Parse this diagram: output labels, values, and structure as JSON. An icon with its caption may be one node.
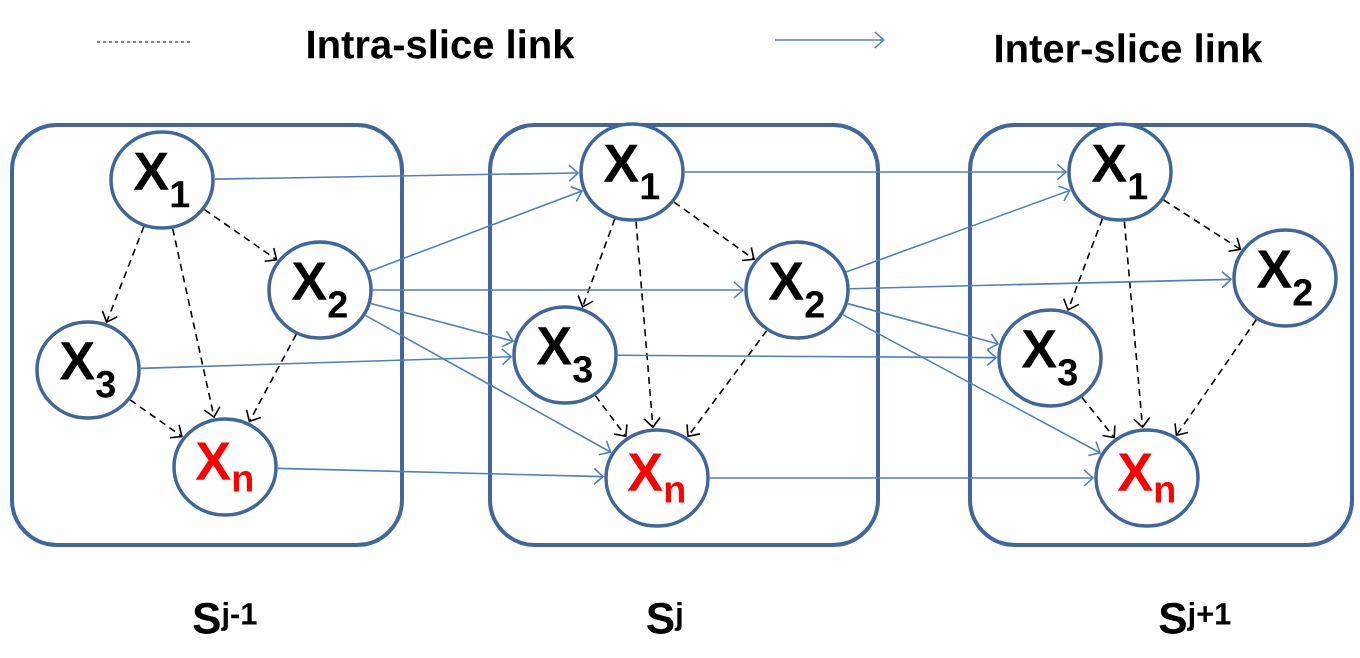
{
  "diagram": {
    "nodes": [
      {
        "text": [],
        "shape": "box",
        "beside": [
          "S$^{j-1}$"
        ]
      },
      {
        "text": [
          "X$_{1}$"
        ],
        "in": 0
      },
      {
        "text": [
          "X$_{2}$"
        ],
        "in": 0
      },
      {
        "text": [
          "X$_{3}$"
        ],
        "in": 0
      },
      {
        "text": [
          "X$_{n}$"
        ],
        "in": 0
      },
      {
        "text": [],
        "shape": "box",
        "beside": [
          "S$^{j}$"
        ]
      },
      {
        "text": [
          "X$_{1}$"
        ],
        "in": 5
      },
      {
        "text": [
          "X$_{2}$"
        ],
        "in": 5
      },
      {
        "text": [
          "X$_{3}$"
        ],
        "in": 5
      },
      {
        "text": [
          "X$_{n}$"
        ],
        "in": 5
      },
      {
        "text": [],
        "shape": "box",
        "beside": [
          "S$^{j+1}$"
        ]
      },
      {
        "text": [
          "X$_{1}$"
        ],
        "in": 10
      },
      {
        "text": [
          "X$_{2}$"
        ],
        "in": 10
      },
      {
        "text": [
          "X$_{3}$"
        ],
        "in": 10
      },
      {
        "text": [
          "X$_{n}$"
        ],
        "in": 10
      }
    ],
    "edges": [
      {
        "from": 1,
        "to": 3,
        "arrow": "to",
        "style": "dashed"
      },
      {
        "from": 1,
        "to": 4,
        "arrow": "to",
        "style": "dashed"
      },
      {
        "from": 1,
        "to": 2,
        "arrow": "to",
        "style": "dashed"
      },
      {
        "from": 3,
        "to": 4,
        "arrow": "to",
        "style": "dashed"
      },
      {
        "from": 2,
        "to": 4,
        "arrow": "to",
        "style": "dashed"
      },
      {
        "from": 6,
        "to": 8,
        "arrow": "to",
        "style": "dashed"
      },
      {
        "from": 6,
        "to": 9,
        "arrow": "to",
        "style": "dashed"
      },
      {
        "from": 6,
        "to": 7,
        "arrow": "to",
        "style": "dashed"
      },
      {
        "from": 8,
        "to": 9,
        "arrow": "to",
        "style": "dashed"
      },
      {
        "from": 7,
        "to": 9,
        "arrow": "to",
        "style": "dashed"
      },
      {
        "from": 11,
        "to": 13,
        "arrow": "to",
        "style": "dashed"
      },
      {
        "from": 11,
        "to": 14,
        "arrow": "to",
        "style": "dashed"
      },
      {
        "from": 11,
        "to": 12,
        "arrow": "to",
        "style": "dashed"
      },
      {
        "from": 13,
        "to": 14,
        "arrow": "to",
        "style": "dashed"
      },
      {
        "from": 12,
        "to": 14,
        "arrow": "to",
        "style": "dashed"
      },
      {
        "from": 1,
        "to": 6,
        "arrow": "to",
        "color": "#4f81bd"
      },
      {
        "from": 2,
        "to": 6,
        "arrow": "to",
        "color": "#4f81bd"
      },
      {
        "from": 2,
        "to": 7,
        "arrow": "to",
        "color": "#4f81bd"
      },
      {
        "from": 2,
        "to": 8,
        "arrow": "to",
        "color": "#4f81bd"
      },
      {
        "from": 2,
        "to": 9,
        "arrow": "to",
        "color": "#4f81bd"
      },
      {
        "from": 3,
        "to": 8,
        "arrow": "to",
        "color": "#4f81bd"
      },
      {
        "from": 4,
        "to": 9,
        "arrow": "to",
        "color": "#4f81bd"
      },
      {
        "from": 6,
        "to": 11,
        "arrow": "to",
        "color": "#4f81bd"
      },
      {
        "from": 7,
        "to": 11,
        "arrow": "to",
        "color": "#4f81bd"
      },
      {
        "from": 7,
        "to": 12,
        "arrow": "to",
        "color": "#4f81bd"
      },
      {
        "from": 7,
        "to": 13,
        "arrow": "to",
        "color": "#4f81bd"
      },
      {
        "from": 7,
        "to": 14,
        "arrow": "to",
        "color": "#4f81bd"
      },
      {
        "from": 8,
        "to": 13,
        "arrow": "to",
        "color": "#4f81bd"
      },
      {
        "from": 9,
        "to": 14,
        "arrow": "to",
        "color": "#4f81bd"
      }
    ],
    "legend": [
      {
        "text": "Intra-slice link"
      },
      {
        "text": "Inter-slice link"
      }
    ]
  }
}
